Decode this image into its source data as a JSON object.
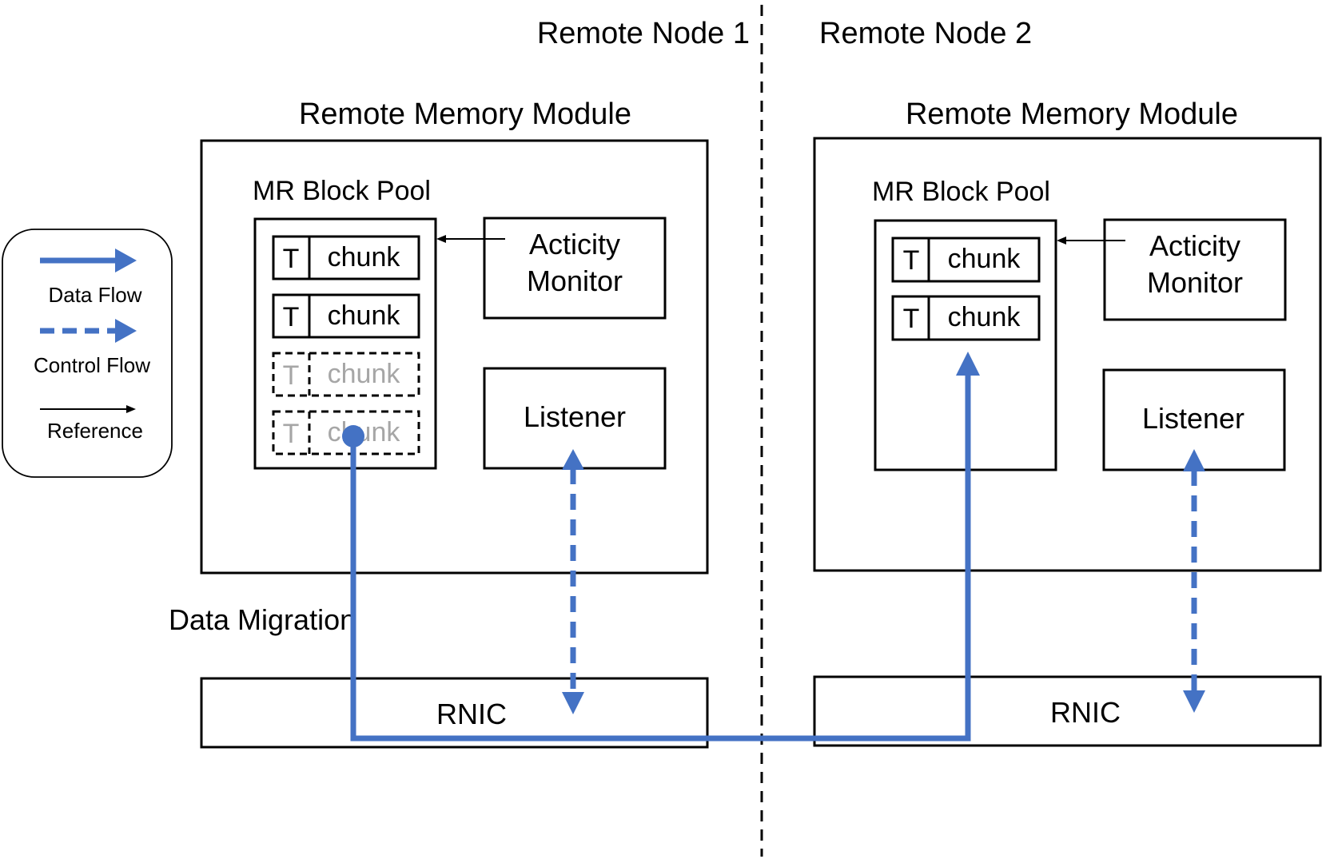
{
  "colors": {
    "flow": "#4472C4",
    "line": "#000000",
    "faded_text": "#A6A6A6",
    "background": "#FFFFFF"
  },
  "legend": {
    "data_flow": "Data Flow",
    "control_flow": "Control Flow",
    "reference": "Reference"
  },
  "node1": {
    "title": "Remote Node 1",
    "module_title": "Remote Memory Module",
    "pool_label": "MR Block Pool",
    "chunks": [
      {
        "tag": "T",
        "label": "chunk",
        "state": "active"
      },
      {
        "tag": "T",
        "label": "chunk",
        "state": "active"
      },
      {
        "tag": "T",
        "label": "chunk",
        "state": "migrating"
      },
      {
        "tag": "T",
        "label": "chunk",
        "state": "migrating"
      }
    ],
    "monitor_line1": "Acticity",
    "monitor_line2": "Monitor",
    "listener": "Listener",
    "rnic": "RNIC"
  },
  "node2": {
    "title": "Remote Node 2",
    "module_title": "Remote Memory Module",
    "pool_label": "MR Block Pool",
    "chunks": [
      {
        "tag": "T",
        "label": "chunk",
        "state": "active"
      },
      {
        "tag": "T",
        "label": "chunk",
        "state": "active"
      }
    ],
    "monitor_line1": "Acticity",
    "monitor_line2": "Monitor",
    "listener": "Listener",
    "rnic": "RNIC"
  },
  "migration_label": "Data Migration"
}
